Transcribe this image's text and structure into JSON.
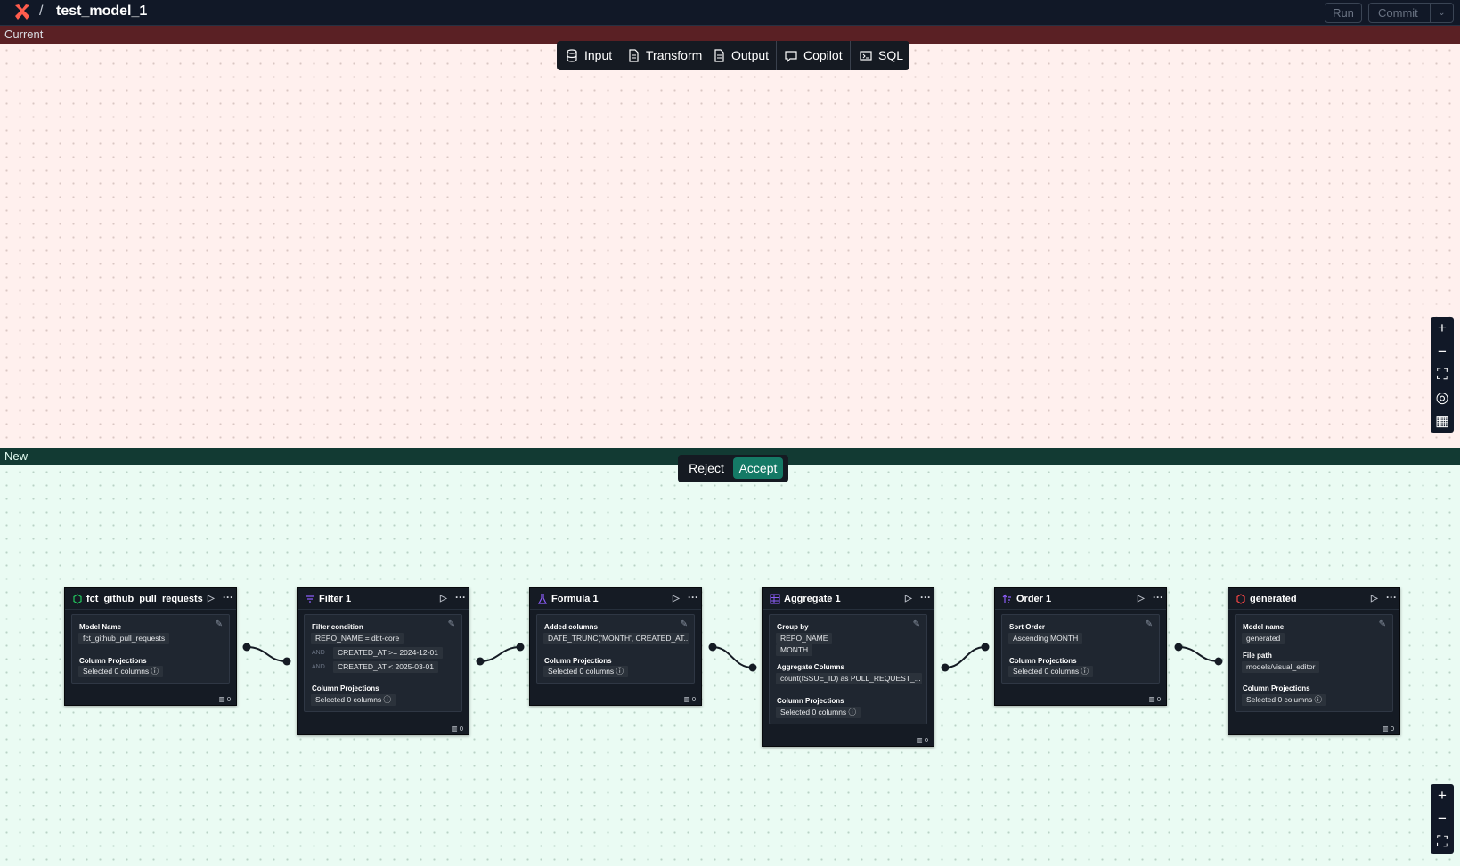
{
  "header": {
    "title": "test_model_1",
    "separator": "/",
    "run_label": "Run",
    "commit_label": "Commit"
  },
  "current_label": "Current",
  "new_label": "New",
  "toolbar": {
    "items": [
      {
        "label": "Input",
        "icon": "database-icon"
      },
      {
        "label": "Transform",
        "icon": "document-icon"
      },
      {
        "label": "Output",
        "icon": "document-output-icon"
      },
      {
        "label": "Copilot",
        "icon": "copilot-icon"
      },
      {
        "label": "SQL",
        "icon": "sql-icon"
      }
    ]
  },
  "decision": {
    "reject_label": "Reject",
    "accept_label": "Accept"
  },
  "nodes": [
    {
      "title": "fct_github_pull_requests",
      "icon": "model-icon",
      "icon_color": "#22c55e",
      "fields": [
        {
          "label": "Model Name",
          "values": [
            "fct_github_pull_requests"
          ]
        },
        {
          "label": "Column Projections",
          "values": [
            "Selected 0 columns ⓘ"
          ]
        }
      ],
      "column_count": "0"
    },
    {
      "title": "Filter 1",
      "icon": "filter-icon",
      "icon_color": "#8b5cf6",
      "fields": [
        {
          "label": "Filter condition",
          "values": [
            "REPO_NAME = dbt-core",
            "CREATED_AT >= 2024-12-01",
            "CREATED_AT < 2025-03-01"
          ],
          "operators": [
            "",
            "AND",
            "AND"
          ]
        },
        {
          "label": "Column Projections",
          "values": [
            "Selected 0 columns ⓘ"
          ]
        }
      ],
      "column_count": "0"
    },
    {
      "title": "Formula 1",
      "icon": "formula-icon",
      "icon_color": "#8b5cf6",
      "fields": [
        {
          "label": "Added columns",
          "values": [
            "DATE_TRUNC('MONTH', CREATED_AT..."
          ]
        },
        {
          "label": "Column Projections",
          "values": [
            "Selected 0 columns ⓘ"
          ]
        }
      ],
      "column_count": "0"
    },
    {
      "title": "Aggregate 1",
      "icon": "aggregate-icon",
      "icon_color": "#8b5cf6",
      "fields": [
        {
          "label": "Group by",
          "values": [
            "REPO_NAME",
            "MONTH"
          ]
        },
        {
          "label": "Aggregate Columns",
          "values": [
            "count(ISSUE_ID) as PULL_REQUEST_..."
          ]
        },
        {
          "label": "Column Projections",
          "values": [
            "Selected 0 columns ⓘ"
          ]
        }
      ],
      "column_count": "0"
    },
    {
      "title": "Order 1",
      "icon": "sort-icon",
      "icon_color": "#8b5cf6",
      "fields": [
        {
          "label": "Sort Order",
          "values": [
            "Ascending MONTH"
          ]
        },
        {
          "label": "Column Projections",
          "values": [
            "Selected 0 columns ⓘ"
          ]
        }
      ],
      "column_count": "0"
    },
    {
      "title": "generated",
      "icon": "output-model-icon",
      "icon_color": "#ef4444",
      "fields": [
        {
          "label": "Model name",
          "values": [
            "generated"
          ]
        },
        {
          "label": "File path",
          "values": [
            "models/visual_editor"
          ]
        },
        {
          "label": "Column Projections",
          "values": [
            "Selected 0 columns ⓘ"
          ]
        }
      ],
      "column_count": "0"
    }
  ],
  "zoom_controls": [
    "plus-icon",
    "minus-icon",
    "fit-view-icon",
    "center-icon",
    "grid-icon"
  ]
}
